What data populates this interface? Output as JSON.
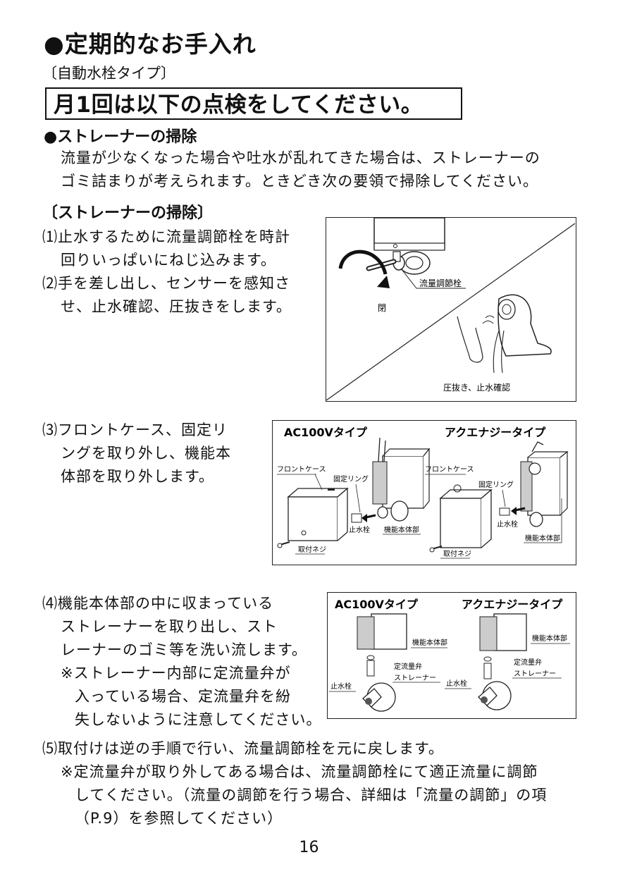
{
  "title": "●定期的なお手入れ",
  "subtitle": "〔自動水栓タイプ〕",
  "banner": "月1回は以下の点検をしてください。",
  "section_title": "●ストレーナーの掃除",
  "intro_lines": [
    "流量が少なくなった場合や吐水が乱れてきた場合は、ストレーナーの",
    "ゴミ詰まりが考えられます。ときどき次の要領で掃除してください。"
  ],
  "procedure_title": "〔ストレーナーの掃除〕",
  "step1": [
    "⑴止水するために流量調節栓を時計",
    "回りいっぱいにねじ込みます。"
  ],
  "step2": [
    "⑵手を差し出し、センサーを感知さ",
    "せ、止水確認、圧抜きをします。"
  ],
  "step3": [
    "⑶フロントケース、固定リ",
    "ングを取り外し、機能本",
    "体部を取り外します。"
  ],
  "step4": [
    "⑷機能本体部の中に収まっている",
    "ストレーナーを取り出し、スト",
    "レーナーのゴミ等を洗い流します。"
  ],
  "step4_note": [
    "※ストレーナー内部に定流量弁が",
    "入っている場合、定流量弁を紛",
    "失しないように注意してください。"
  ],
  "step5": "⑸取付けは逆の手順で行い、流量調節栓を元に戻します。",
  "step5_note": [
    "※定流量弁が取り外してある場合は、流量調節栓にて適正流量に調節",
    "してください。（流量の調節を行う場合、詳細は「流量の調節」の項",
    "（P.9）を参照してください）"
  ],
  "fig1": {
    "label_valve": "流量調節栓",
    "label_close": "閉",
    "label_release": "圧抜き、止水確認"
  },
  "fig2": {
    "type_ac": "AC100Vタイプ",
    "type_aq": "アクエナジータイプ",
    "front_case": "フロントケース",
    "fix_ring": "固定リング",
    "stop_valve": "止水栓",
    "body": "機能本体部",
    "screw": "取付ネジ"
  },
  "fig3": {
    "type_ac": "AC100Vタイプ",
    "type_aq": "アクエナジータイプ",
    "body": "機能本体部",
    "flow_valve": "定流量弁",
    "strainer": "ストレーナー",
    "stop_valve": "止水栓"
  },
  "page_number": "16"
}
